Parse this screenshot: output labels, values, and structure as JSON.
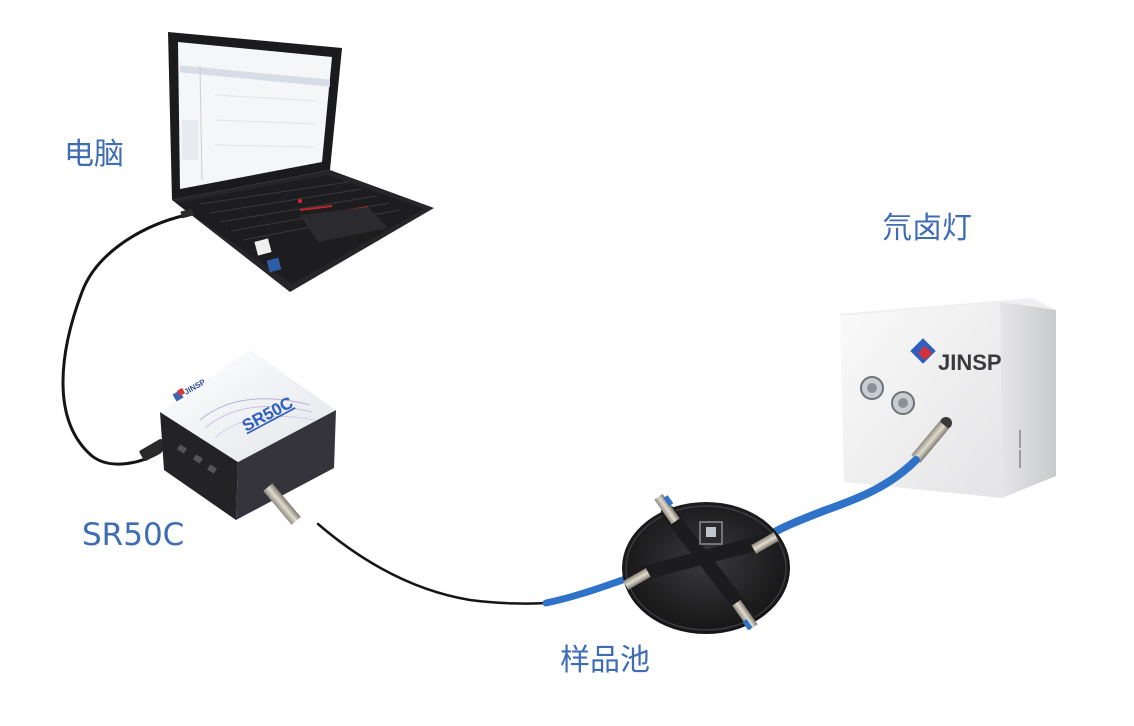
{
  "labels": {
    "computer": "电脑",
    "lamp": "氘卤灯",
    "spectrometer": "SR50C",
    "cuvette_holder": "样品池"
  },
  "devices": {
    "spectrometer_brand": "JINSP",
    "spectrometer_model": "SR50C",
    "lamp_brand": "JINSP"
  },
  "colors": {
    "label": "#3f6db3",
    "fiber": "#2f73c9",
    "cable": "#151515"
  }
}
